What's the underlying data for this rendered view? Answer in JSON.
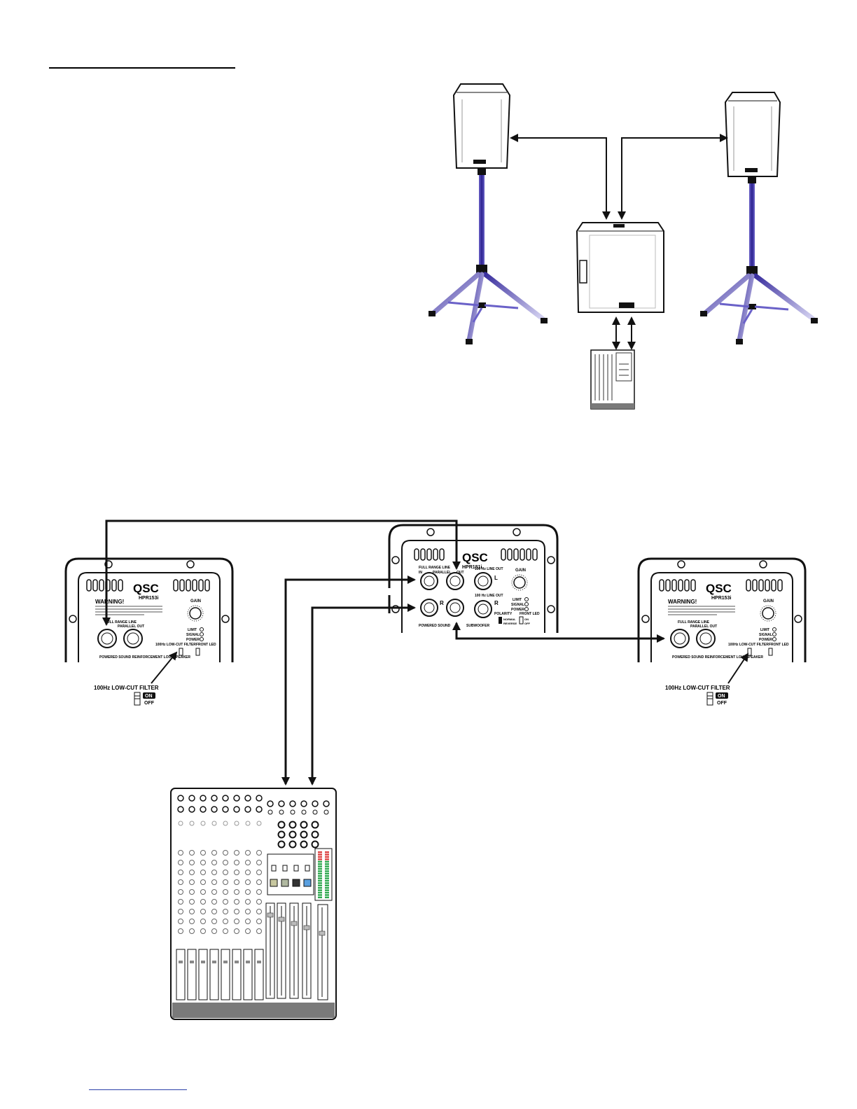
{
  "colors": {
    "ink": "#111111",
    "stand": "#3a2f9e",
    "stand_light": "#c9c7ef",
    "link": "#2a3fa8",
    "mixer_base": "#7a7a7a",
    "led_green": "#2fa84f",
    "knob_blue": "#5aa0e0"
  },
  "panel_left": {
    "brand": "QSC",
    "model": "HPR153i",
    "warning": "WARNING!",
    "gain": "GAIN",
    "full_range_line": "FULL RANGE LINE",
    "parallel_out": "PARALLEL OUT",
    "limit": "LIMIT",
    "signal": "SIGNAL",
    "power": "POWER",
    "low_cut_filter": "100Hz LOW-CUT FILTER",
    "front_led": "FRONT LED",
    "on": "ON",
    "off": "OFF",
    "footer": "POWERED SOUND  REINFORCEMENT LOUDSPEAKER"
  },
  "panel_right": {
    "brand": "QSC",
    "model": "HPR153i",
    "warning": "WARNING!",
    "gain": "GAIN",
    "full_range_line": "FULL RANGE LINE",
    "parallel_out": "PARALLEL OUT",
    "limit": "LIMIT",
    "signal": "SIGNAL",
    "power": "POWER",
    "low_cut_filter": "100Hz LOW-CUT FILTER",
    "front_led": "FRONT LED",
    "on": "ON",
    "off": "OFF",
    "footer": "POWERED SOUND  REINFORCEMENT LOUDSPEAKER"
  },
  "panel_sub": {
    "brand": "QSC",
    "model": "HPR181i",
    "full_range_line": "FULL RANGE LINE",
    "in": "IN",
    "parallel": "PARALLEL",
    "out": "OUT",
    "hz_out_top": "100 Hz LINE OUT",
    "hz_out_bottom": "100 Hz LINE OUT",
    "l": "L",
    "r": "R",
    "gain": "GAIN",
    "limit": "LIMIT",
    "signal": "SIGNAL",
    "power": "POWER",
    "polarity": "POLARITY",
    "normal": "NORMAL",
    "reverse": "REVERSE",
    "front_led": "FRONT LED",
    "on": "ON",
    "off": "OFF",
    "footer_left": "POWERED SOUND",
    "footer_right": "SUBWOOFER"
  },
  "callout_left": {
    "label": "100Hz LOW-CUT FILTER",
    "on": "ON",
    "off": "OFF"
  },
  "callout_right": {
    "label": "100Hz LOW-CUT FILTER",
    "on": "ON",
    "off": "OFF"
  }
}
